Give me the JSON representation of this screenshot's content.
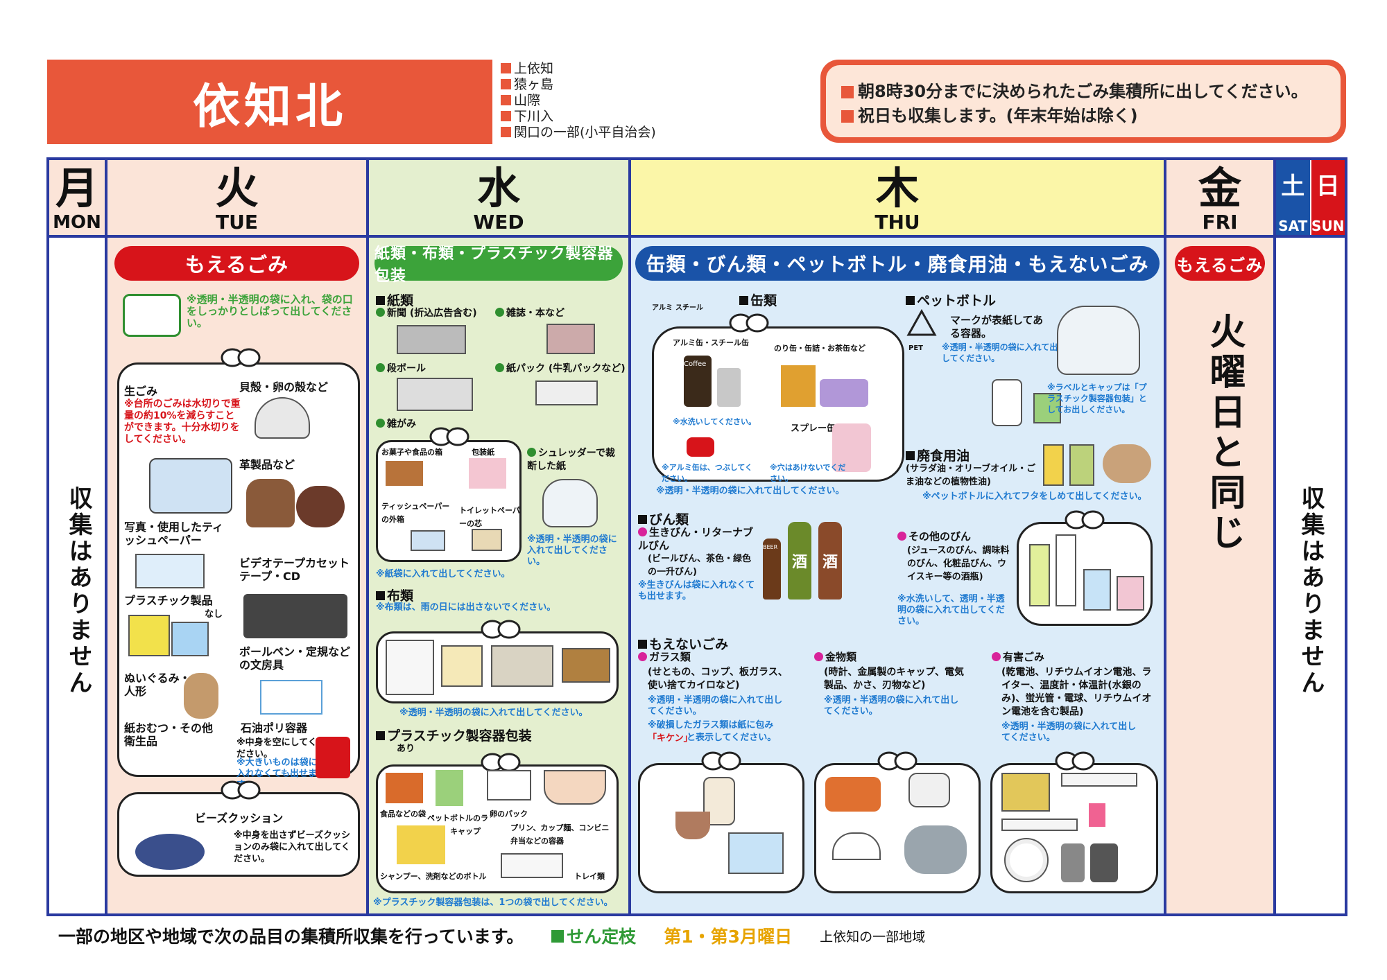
{
  "title": "依知北",
  "areas": [
    "上依知",
    "猿ヶ島",
    "山際",
    "下川入",
    "関口の一部(小平自治会)"
  ],
  "notice": [
    "朝8時30分までに決められたごみ集積所に出してください。",
    "祝日も収集します。(年末年始は除く)"
  ],
  "days": {
    "mon": {
      "kanji": "月",
      "en": "MON",
      "body": "収集はありません"
    },
    "tue": {
      "kanji": "火",
      "en": "TUE",
      "category": "もえるごみ"
    },
    "wed": {
      "kanji": "水",
      "en": "WED",
      "category": "紙類・布類・プラスチック製容器包装"
    },
    "thu": {
      "kanji": "木",
      "en": "THU",
      "category": "缶類・びん類・ペットボトル・廃食用油・もえないごみ"
    },
    "fri": {
      "kanji": "金",
      "en": "FRI",
      "category": "もえるごみ",
      "body": "火曜日と同じ"
    },
    "sat": {
      "kanji": "土",
      "en": "SAT"
    },
    "sun": {
      "kanji": "日",
      "en": "SUN"
    },
    "satsun": {
      "body": "収集はありません"
    }
  },
  "tue_panel": {
    "bag_note": "※透明・半透明の袋に入れ、袋の口をしっかりとしばって出してください。",
    "namagomi": "生ごみ",
    "namagomi_note": "※台所のごみは水切りで重量の約10%を減らすことができます。十分水切りをしてください。",
    "shell": "貝殻・卵の殻など",
    "leather": "革製品など",
    "photo": "写真・使用したティッシュペーパー",
    "video": "ビデオテープカセットテープ・CD",
    "plastic": "プラスチック製品",
    "pla_none": "なし",
    "pen": "ボールペン・定規などの文房具",
    "doll": "ぬいぐるみ・人形",
    "diaper": "紙おむつ・その他衛生品",
    "tank": "石油ポリ容器",
    "tank_note": "※中身を空にしてください。",
    "tank_note2": "※大きいものは袋に入れなくても出せます。",
    "cushion": "ビーズクッション",
    "cushion_note": "※中身を出さずビーズクッションのみ袋に入れて出してください。"
  },
  "wed_panel": {
    "paper": "紙類",
    "news": "新聞 (折込広告含む)",
    "magazine": "雑誌・本など",
    "cardboard": "段ボール",
    "carton": "紙パック (牛乳パックなど)",
    "misc": "雑がみ",
    "snack": "お菓子や食品の箱",
    "wrap": "包装紙",
    "tissue": "ティッシュペーパーの外箱",
    "toilet": "トイレットペーパーの芯",
    "shred": "シュレッダーで裁断した紙",
    "shred_note": "※透明・半透明の袋に入れて出してください。",
    "paper_note": "※紙袋に入れて出してください。",
    "cloth": "布類",
    "cloth_note": "※布類は、雨の日には出さないでください。",
    "cloth_note2": "※透明・半透明の袋に入れて出してください。",
    "pla": "プラスチック製容器包装",
    "pla_ari": "あり",
    "food_bag": "食品などの袋",
    "pet_label": "ペットボトルのラベル、キャップ",
    "egg": "卵のパック",
    "pudding": "プリン、カップ麺、コンビニ弁当などの容器",
    "shampoo": "シャンプー、洗剤などのボトル",
    "tray": "トレイ類",
    "pla_note": "※プラスチック製容器包装は、1つの袋で出してください。"
  },
  "thu_panel": {
    "cans": "缶類",
    "can_alu": "アルミ缶・スチール缶",
    "can_food": "のり缶・缶詰・お茶缶など",
    "spray": "スプレー缶",
    "can_wash": "※水洗いしてください。",
    "can_crush": "※アルミ缶は、つぶしてください。",
    "can_hole": "※穴はあけないでください。",
    "can_note": "※透明・半透明の袋に入れて出してください。",
    "pet": "ペットボトル",
    "pet_mark": "マークが表紙してある容器。",
    "pet_bag": "※透明・半透明の袋に入れて出してください。",
    "pet_cap": "※ラベルとキャップは「プラスチック製容器包装」としてお出しください。",
    "oil": "廃食用油",
    "oil_desc": "(サラダ油・オリーブオイル・ごま油などの植物性油)",
    "oil_note": "※ペットボトルに入れてフタをしめて出してください。",
    "bottles": "びん類",
    "returnable": "生きびん・リターナブルびん",
    "returnable_desc": "(ビールびん、茶色・緑色の一升びん)",
    "returnable_note": "※生きびんは袋に入れなくても出せます。",
    "other_bottle": "その他のびん",
    "other_desc": "(ジュースのびん、調味料のびん、化粧品びん、ウイスキー等の酒瓶)",
    "other_note": "※水洗いして、透明・半透明の袋に入れて出してください。",
    "nonburn": "もえないごみ",
    "glass": "ガラス類",
    "glass_desc": "(せともの、コップ、板ガラス、使い捨てカイロなど)",
    "glass_note": "※透明・半透明の袋に入れて出してください。",
    "glass_note2": "※破損したガラス類は紙に包み",
    "kiken": "「キケン」",
    "glass_note3": "と表示してください。",
    "metal": "金物類",
    "metal_desc": "(時計、金属製のキャップ、電気製品、かさ、刃物など)",
    "metal_note": "※透明・半透明の袋に入れて出してください。",
    "hazard": "有害ごみ",
    "hazard_desc": "(乾電池、リチウムイオン電池、ライター、温度計・体温計(水銀のみ)、蛍光管・電球、リチウムイオン電池を含む製品)",
    "hazard_note": "※透明・半透明の袋に入れて出してください。",
    "can_icon1": "アルミ",
    "can_icon2": "スチール",
    "pet_icon": "PET",
    "bottle_label": "酒",
    "beer_label": "BEER",
    "coffee_label": "Coffee"
  },
  "footer": {
    "main": "一部の地区や地域で次の品目の集積所収集を行っています。",
    "item": "せん定枝",
    "schedule": "第1・第3月曜日",
    "area": "上依知の一部地域"
  },
  "colors": {
    "accent": "#e8573a",
    "frame": "#2a3aa0",
    "tue": "#fbe4d8",
    "wed": "#e4efcf",
    "thu": "#fbf6a8",
    "thu_body": "#dcecf9",
    "red": "#d7141a",
    "green": "#3ca33a",
    "blue": "#1a53a8",
    "sat": "#1a53a8",
    "sun": "#d7141a"
  }
}
